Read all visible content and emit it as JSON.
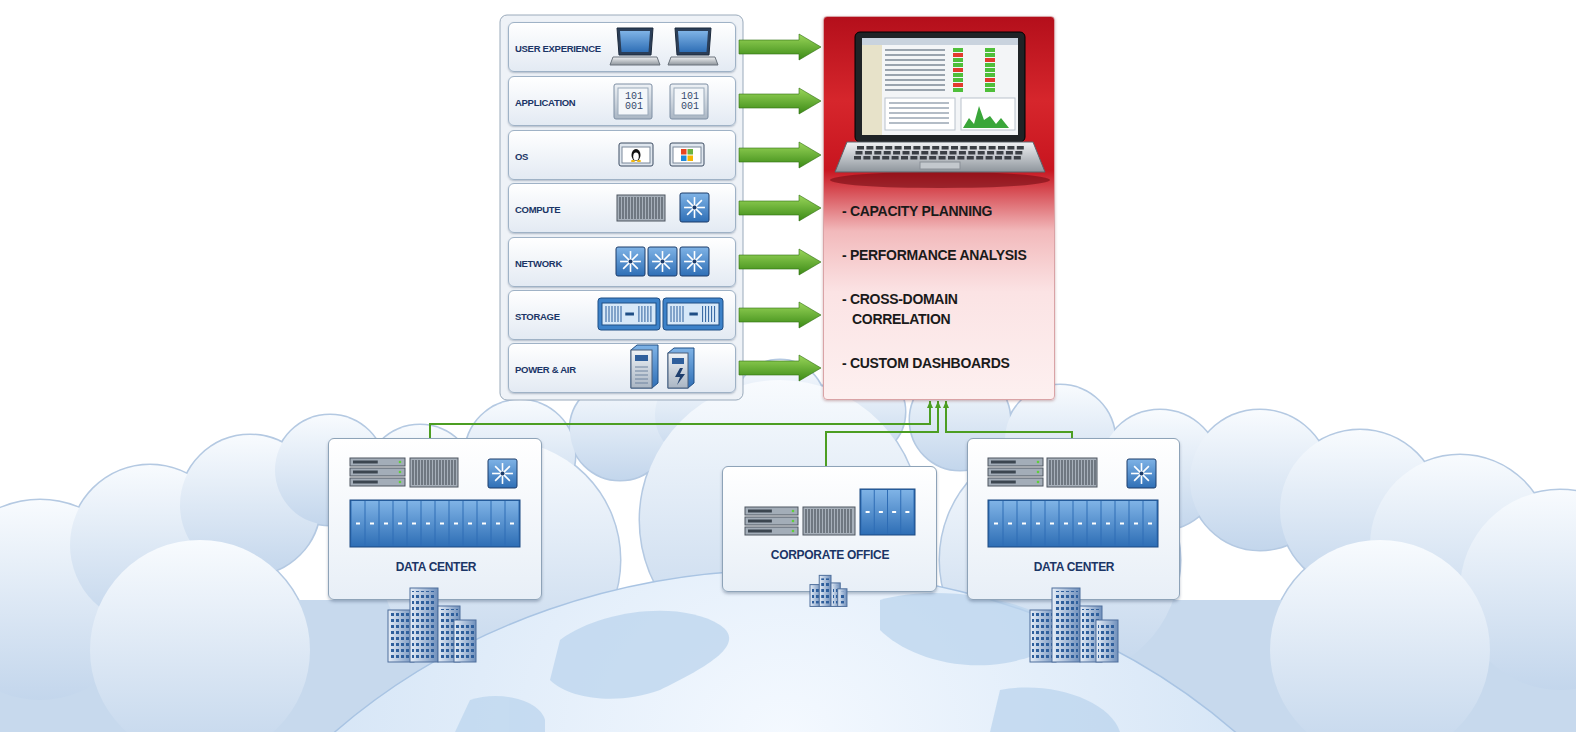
{
  "diagram": {
    "nodes": [
      {
        "text": [
          "USER EXPERIENCE"
        ]
      },
      {
        "text": [
          "APPLICATION",
          "101 001",
          "101 001"
        ]
      },
      {
        "text": [
          "OS"
        ]
      },
      {
        "text": [
          "COMPUTE"
        ]
      },
      {
        "text": [
          "NETWORK"
        ]
      },
      {
        "text": [
          "STORAGE"
        ]
      },
      {
        "text": [
          "POWER & AIR"
        ]
      },
      {
        "text": [
          "- CAPACITY PLANNING",
          "- PERFORMANCE ANALYSIS",
          "- CROSS-DOMAIN CORRELATION",
          "- CUSTOM DASHBOARDS"
        ]
      },
      {
        "text": [
          "DATA CENTER"
        ]
      },
      {
        "text": [
          "CORPORATE OFFICE"
        ]
      },
      {
        "text": [
          "DATA CENTER"
        ]
      }
    ],
    "edges": [
      {
        "from": 0,
        "to": 7,
        "arrow": "to"
      },
      {
        "from": 1,
        "to": 7,
        "arrow": "to"
      },
      {
        "from": 2,
        "to": 7,
        "arrow": "to"
      },
      {
        "from": 3,
        "to": 7,
        "arrow": "to"
      },
      {
        "from": 4,
        "to": 7,
        "arrow": "to"
      },
      {
        "from": 5,
        "to": 7,
        "arrow": "to"
      },
      {
        "from": 6,
        "to": 7,
        "arrow": "to"
      },
      {
        "from": 8,
        "to": 7,
        "arrow": "to"
      },
      {
        "from": 9,
        "to": 7,
        "arrow": "to"
      },
      {
        "from": 10,
        "to": 7,
        "arrow": "to"
      }
    ]
  }
}
